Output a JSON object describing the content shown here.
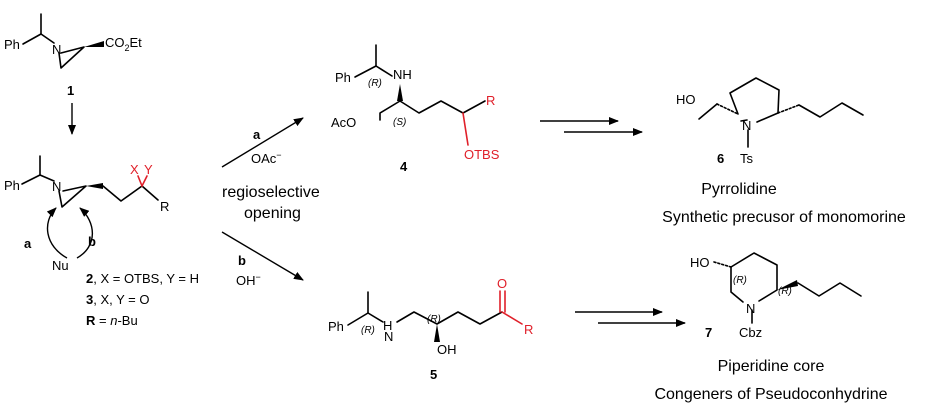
{
  "colors": {
    "ink": "#000000",
    "highlight": "#e0202a"
  },
  "atoms": {
    "ph": "Ph",
    "n": "N",
    "nh": "NH",
    "h": "H",
    "x": "X",
    "y": "Y",
    "r": "R",
    "o": "O",
    "ho": "HO",
    "oh": "OH",
    "aco": "AcO",
    "otbs": "OTBS",
    "ts": "Ts",
    "cbz": "Cbz",
    "nu": "Nu",
    "co2et_main": "CO",
    "co2et_sub": "2",
    "co2et_tail": "Et"
  },
  "stereo": {
    "r": "(R)",
    "s": "(S)"
  },
  "compounds": {
    "c1": "1",
    "c4": "4",
    "c5": "5",
    "c6": "6",
    "c7": "7"
  },
  "conditions": {
    "path_a": "a",
    "path_b": "b",
    "reagent_a": "OAc",
    "reagent_b": "OH",
    "charge": "−",
    "regio_line1": "regioselective",
    "regio_line2": "opening"
  },
  "legend": {
    "c2_num": "2",
    "c2_text": ", X = OTBS, Y = H",
    "c3_num": "3",
    "c3_text": ", X, Y = O",
    "r_label": "R",
    "r_eq": " = ",
    "r_val_italic": "n",
    "r_val": "-Bu"
  },
  "captions": {
    "pyrrolidine": "Pyrrolidine",
    "pyrrolidine_sub": "Synthetic precusor of monomorine",
    "piperidine": "Piperidine core",
    "piperidine_sub": "Congeners of Pseudoconhydrine"
  }
}
